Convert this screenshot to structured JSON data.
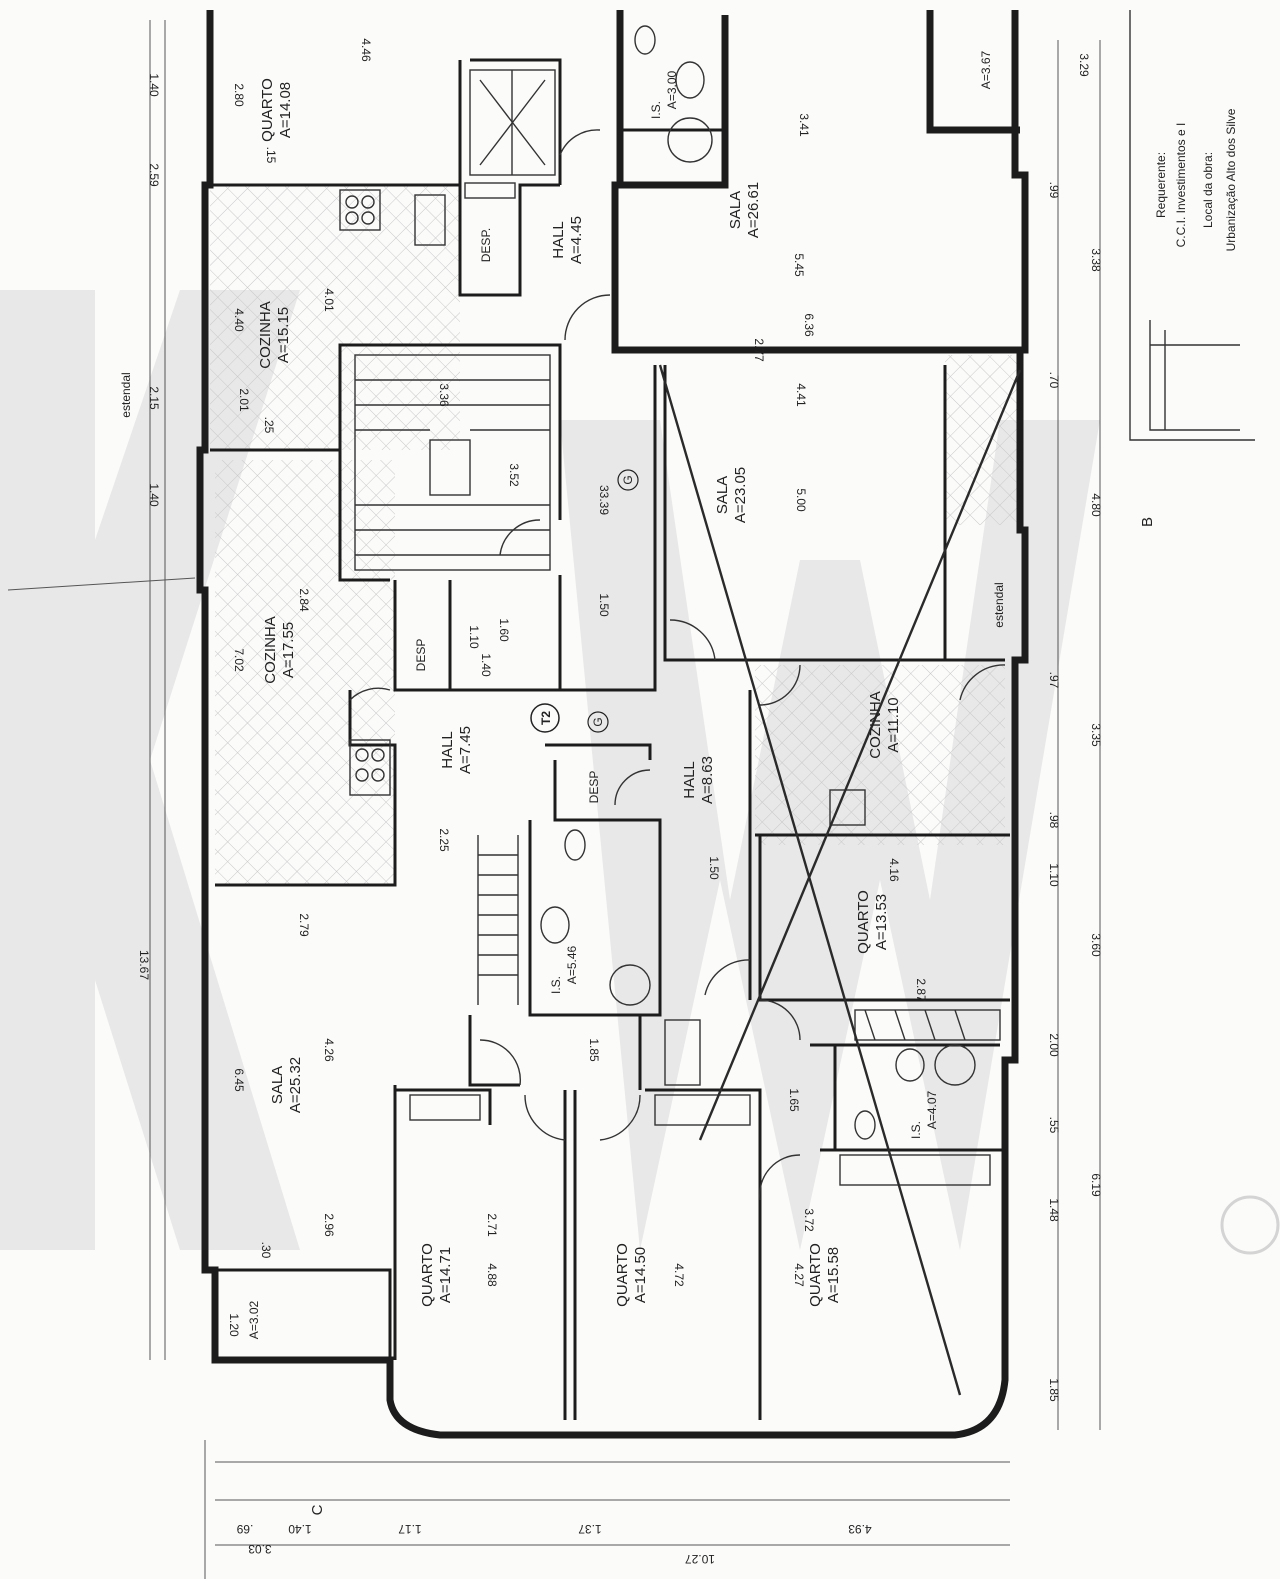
{
  "rooms": [
    {
      "name": "QUARTO",
      "area": "A=14.08"
    },
    {
      "name": "COZINHA",
      "area": "A=15.15"
    },
    {
      "name": "HALL",
      "area": "A=4.45"
    },
    {
      "name": "SALA",
      "area": "A=26.61"
    },
    {
      "name": "SALA",
      "area": "A=23.05"
    },
    {
      "name": "COZINHA",
      "area": "A=17.55"
    },
    {
      "name": "HALL",
      "area": "A=7.45"
    },
    {
      "name": "HALL",
      "area": "A=8.63"
    },
    {
      "name": "COZINHA",
      "area": "A=11.10"
    },
    {
      "name": "QUARTO",
      "area": "A=13.53"
    },
    {
      "name": "SALA",
      "area": "A=25.32"
    },
    {
      "name": "QUARTO",
      "area": "A=14.71"
    },
    {
      "name": "QUARTO",
      "area": "A=14.50"
    },
    {
      "name": "QUARTO",
      "area": "A=15.58"
    }
  ],
  "small_rooms": [
    {
      "label": "DESP."
    },
    {
      "label": "DESP"
    },
    {
      "label": "DESP"
    },
    {
      "label": "I.S.",
      "area": "A=3.00"
    },
    {
      "label": "I.S.",
      "area": "A=5.46"
    },
    {
      "label": "I.S.",
      "area": "A=4.07"
    },
    {
      "area": "A=3.67"
    },
    {
      "area": "A=3.02"
    }
  ],
  "dimensions": [
    "4.46",
    "2.80",
    ".15",
    "2.59",
    "1.40",
    "4.40",
    "4.01",
    "2.01",
    ".25",
    "2.15",
    "1.40",
    "7.02",
    "2.84",
    "1.10",
    "1.60",
    "1.40",
    "2.25",
    "2.79",
    "13.67",
    "6.45",
    "4.26",
    "2.96",
    ".30",
    "1.20",
    "4.88",
    "2.71",
    "4.72",
    "4.27",
    "3.72",
    "1.85",
    "1.65",
    "1.50",
    "3.41",
    "5.45",
    "2.77",
    "6.36",
    "4.41",
    "5.00",
    "4.16",
    "2.87",
    "1.50",
    "33.39",
    "3.52",
    "3.36",
    "3.29",
    "3.38",
    "4.80",
    "3.35",
    "3.60",
    "6.19",
    "1.85",
    ".99",
    ".70",
    ".97",
    ".98",
    "1.10",
    "2.00",
    ".55",
    "1.48",
    "10.27",
    "3.03",
    "4.93",
    "1.17",
    "1.37",
    ".69",
    "1.40"
  ],
  "markers": {
    "type": "T2",
    "gas": "G",
    "estendal": "estendal",
    "section_b": "B",
    "section_c": "C"
  },
  "info_block": {
    "requerente_label": "Requerente:",
    "requerente": "C.C.I. Investimentos e I",
    "local_label": "Local da obra:",
    "local": "Urbanização Alto dos Silve"
  }
}
